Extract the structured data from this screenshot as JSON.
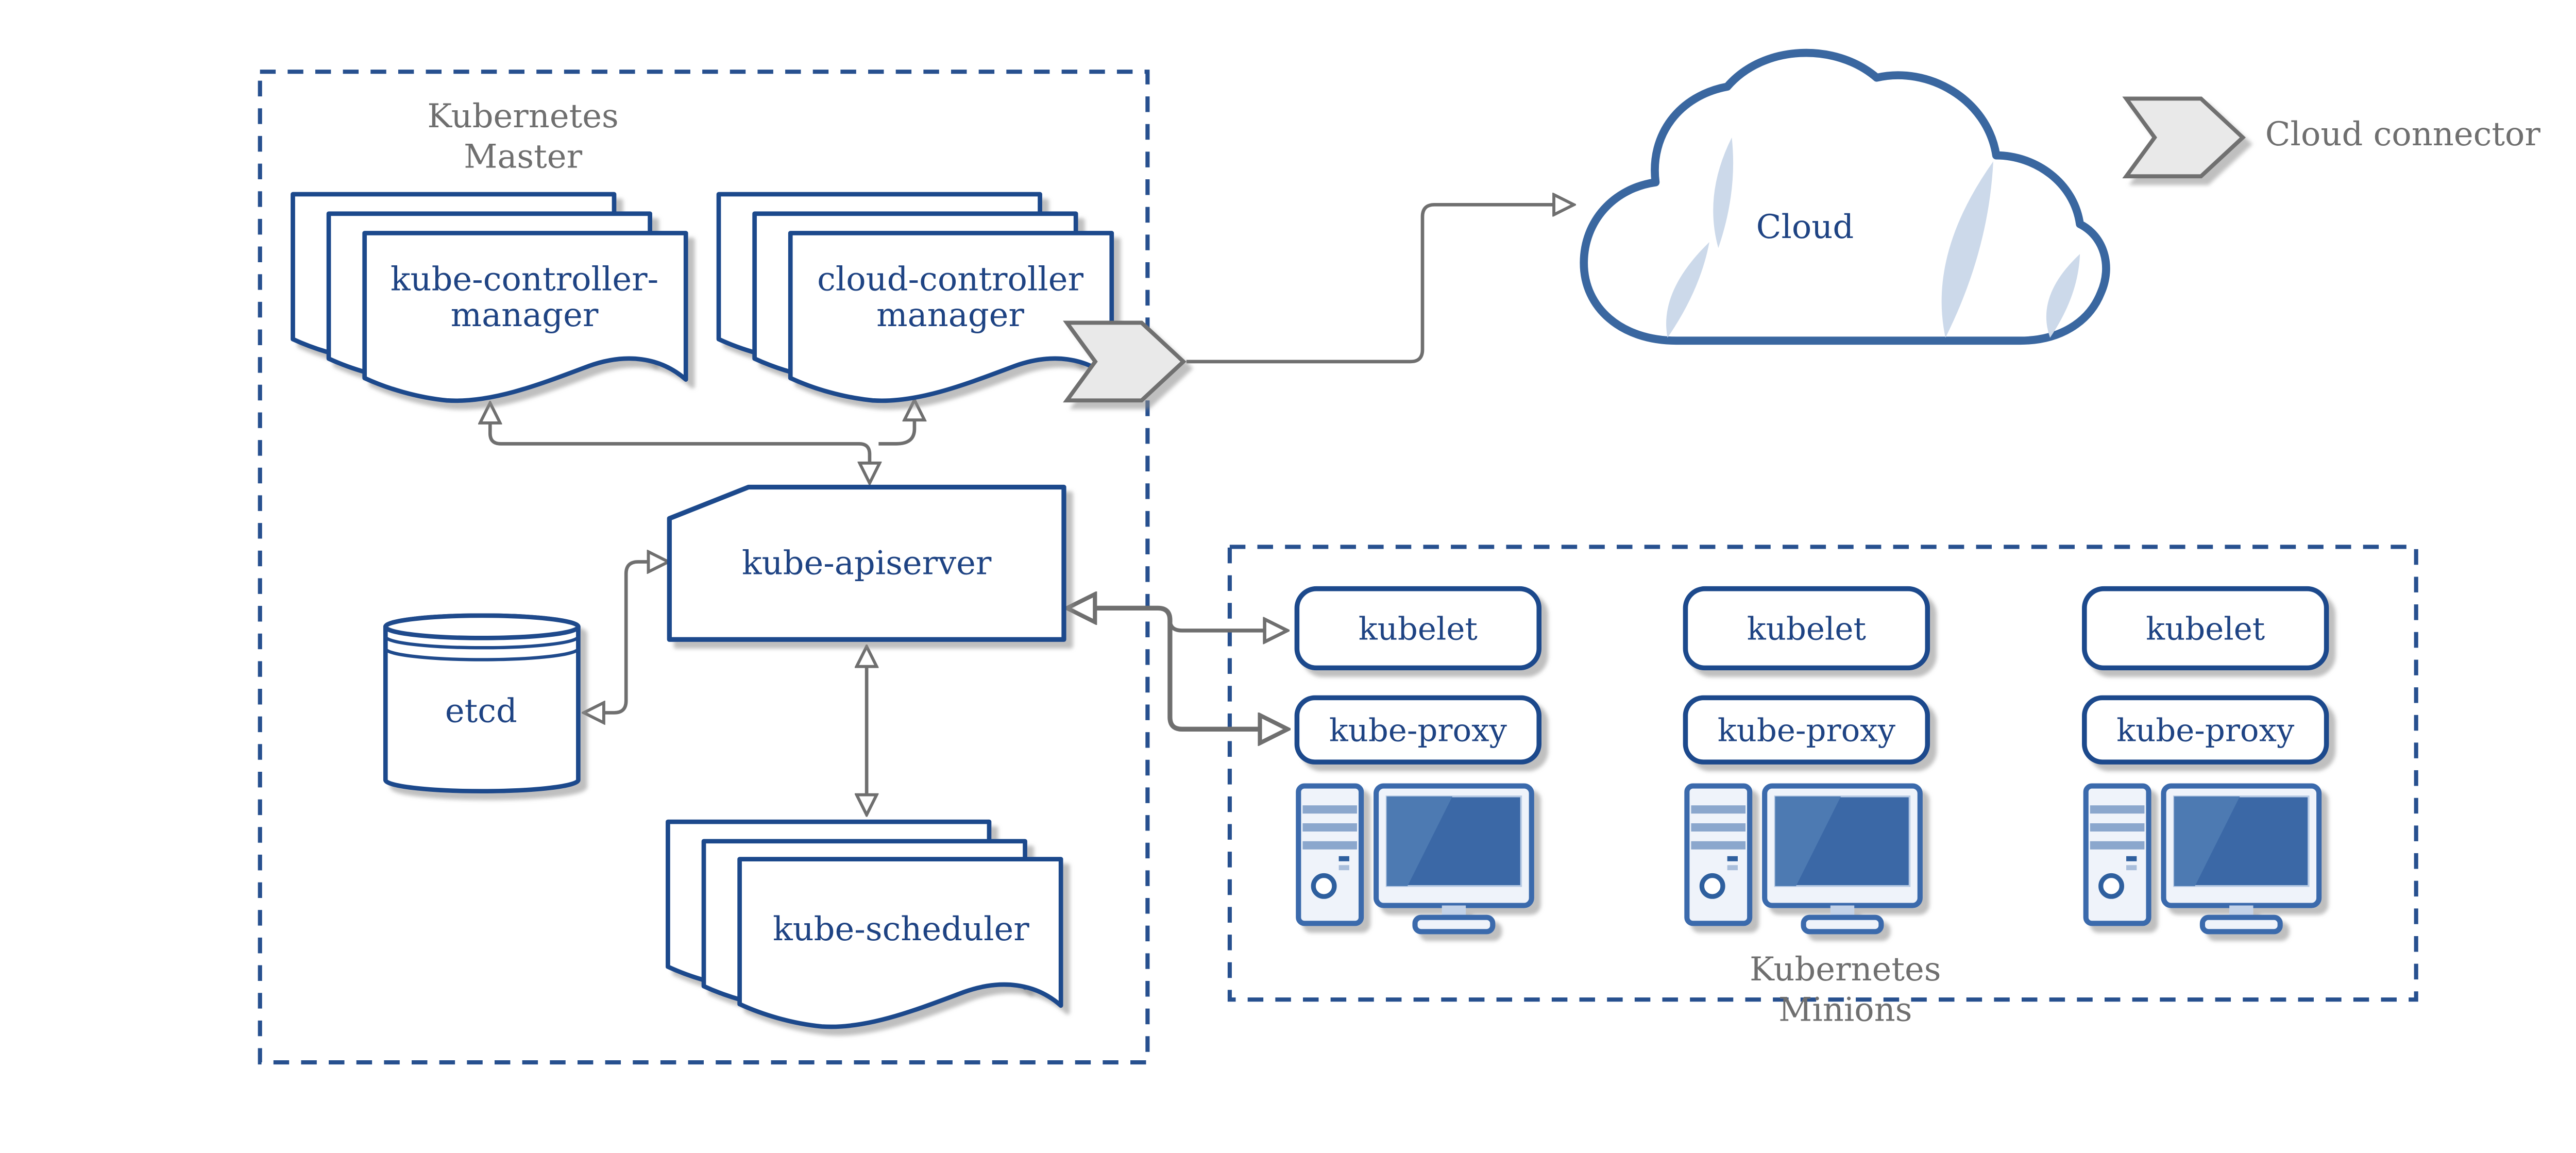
{
  "title": "Kubernetes architecture diagram",
  "colors": {
    "border_blue": "#1f4a8c",
    "text_blue": "#1e4383",
    "dashed_blue": "#27508f",
    "arrow_gray": "#6f6f6f",
    "label_gray": "#6f6f6f",
    "cloud_blue": "#3a67a0",
    "crescent": "#ccd9ea",
    "pc_blue": "#3a6bac",
    "pc_fill": "#eff3fa",
    "pc_stripe": "#8ba7cd",
    "pc_dark": "#2e5f9e",
    "pc_light_rect": "#a9bedb",
    "screen_blue": "#3a68a6",
    "screen_highlight": "#4d7ab2",
    "screen_edge": "#b9cbe4",
    "neck": "#c3d2e8",
    "legend_fill": "#e9e9e9"
  },
  "icons": {
    "legend_icon": "cloud-connector-chevron",
    "minion_hardware_icon": "desktop-computer",
    "storage_icon": "database-cylinder"
  },
  "master": {
    "label_line1": "Kubernetes",
    "label_line2": "Master",
    "kube_controller_manager_line1": "kube-controller-",
    "kube_controller_manager_line2": "manager",
    "cloud_controller_manager_line1": "cloud-controller",
    "cloud_controller_manager_line2": "manager",
    "kube_apiserver": "kube-apiserver",
    "etcd": "etcd",
    "kube_scheduler": "kube-scheduler"
  },
  "cloud": {
    "label": "Cloud"
  },
  "legend": {
    "label": "Cloud connector"
  },
  "minions": {
    "label_line1": "Kubernetes",
    "label_line2": "Minions",
    "columns": [
      {
        "kubelet": "kubelet",
        "kube_proxy": "kube-proxy"
      },
      {
        "kubelet": "kubelet",
        "kube_proxy": "kube-proxy"
      },
      {
        "kubelet": "kubelet",
        "kube_proxy": "kube-proxy"
      }
    ]
  }
}
